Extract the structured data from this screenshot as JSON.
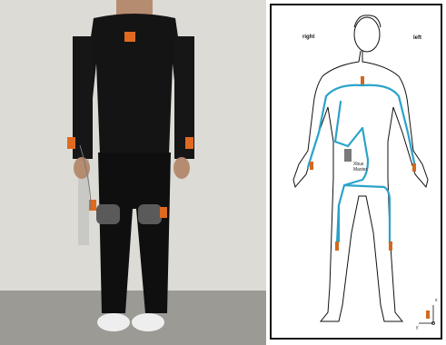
{
  "diagram": {
    "label_right": "right",
    "label_left": "left",
    "xbus_line1": "Xbus",
    "xbus_line2": "Master",
    "axis_x": "x",
    "axis_y": "y"
  },
  "colors": {
    "sensor": "#d2691e",
    "cable": "#2aa3c9",
    "xbus_master": "#7a7a7a",
    "wall": "#dcdcd8",
    "floor": "#9a9a96",
    "clothing": "#111111"
  },
  "icons": [
    "orange-sensor-icon",
    "xbus-master-box-icon",
    "axis-icon"
  ]
}
